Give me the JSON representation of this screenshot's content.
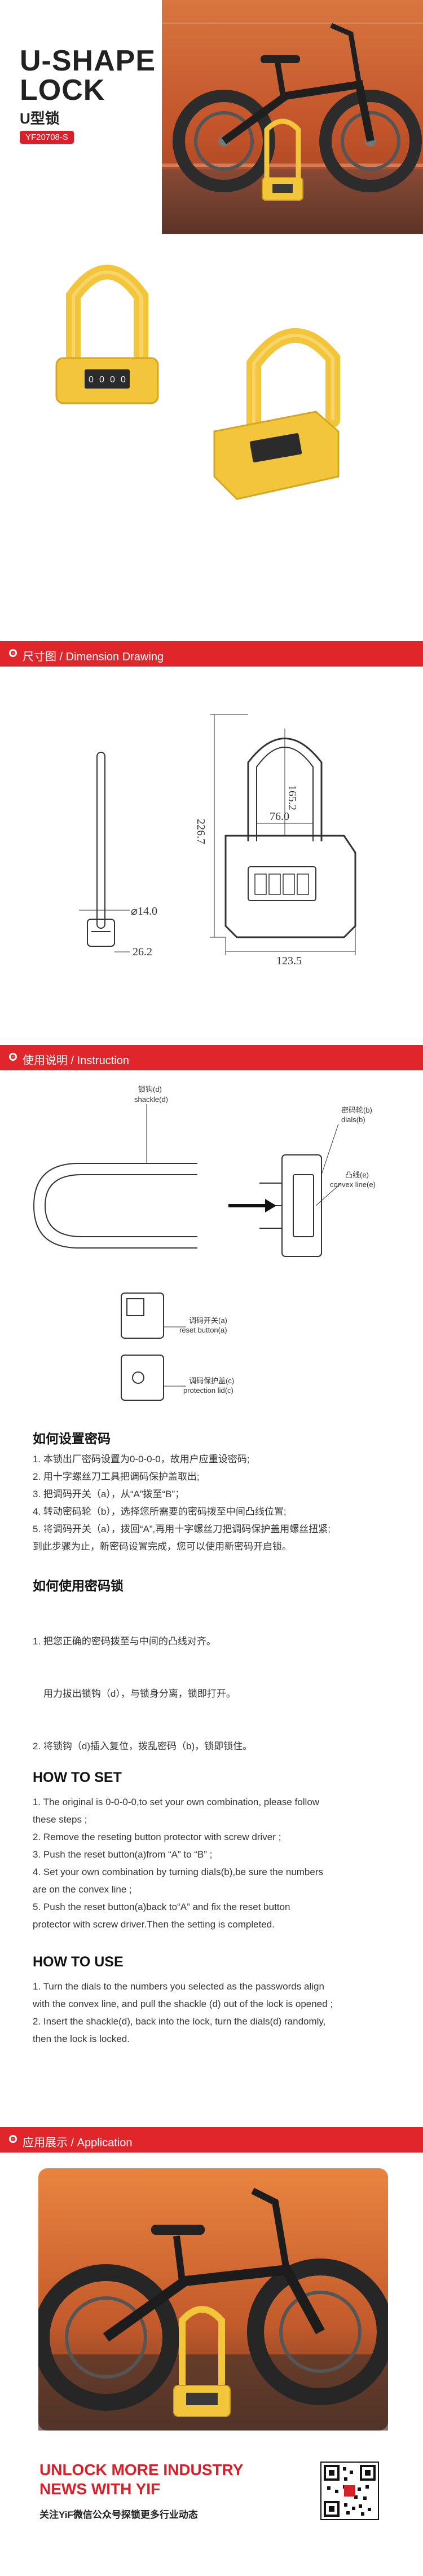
{
  "hero": {
    "title_line1": "U-SHAPE",
    "title_line2": "LOCK",
    "subtitle": "U型锁",
    "model_tag": "YF20708-S"
  },
  "sections": {
    "dimension": "尺寸图 / Dimension Drawing",
    "instruction": "使用说明 / Instruction",
    "application": "应用展示 / Application"
  },
  "dimensions": {
    "d1": "76.0",
    "d2": "165.2",
    "d3": "226.7",
    "d4": "123.5",
    "d5": "⌀14.0",
    "d6": "26.2"
  },
  "diagram_labels": {
    "shackle": "锁钩(d)",
    "shackle_en": "shackle(d)",
    "dials": "密码轮(b)",
    "dials_en": "dials(b)",
    "convex": "凸线(e)",
    "convex_en": "convex line(e)",
    "reset": "调码开关(a)",
    "reset_en": "reset button(a)",
    "protect": "调码保护盖(c)",
    "protect_en": "protection lid(c)"
  },
  "set_cn": {
    "heading": "如何设置密码",
    "steps": [
      "1. 本锁出厂密码设置为0-0-0-0，故用户应重设密码;",
      "2. 用十字螺丝刀工具把调码保护盖取出;",
      "3. 把调码开关（a），从“A”拨至“B”；",
      "4. 转动密码轮（b），选择您所需要的密码拨至中间凸线位置;",
      "5. 将调码开关（a），拨回“A”,再用十字螺丝刀把调码保护盖用螺丝扭紧;",
      "到此步骤为止，新密码设置完成，您可以使用新密码开启锁。"
    ]
  },
  "use_cn": {
    "heading": "如何使用密码锁",
    "steps": [
      "1. 把您正确的密码拨至与中间的凸线对齐。",
      "    用力拔出锁钩（d），与锁身分离，锁即打开。",
      "2. 将锁钩（d)插入复位，拨乱密码（b)，锁即锁住。"
    ]
  },
  "set_en": {
    "heading": "HOW TO SET",
    "steps": [
      "1. The original is 0-0-0-0,to set your own combination, please follow",
      "these steps ;",
      "2. Remove the reseting button protector with screw driver ;",
      "3. Push the reset button(a)from  “A” to “B” ;",
      "4. Set your own combination by turning dials(b),be sure the numbers",
      "are on the convex line ;",
      "5. Push the reset button(a)back to“A” and fix the reset button",
      "protector with screw driver.Then the setting is completed."
    ]
  },
  "use_en": {
    "heading": "HOW TO USE",
    "steps": [
      "1. Turn the dials to the numbers you selected as the passwords align",
      "with the convex line, and pull the shackle (d) out of the lock is opened ;",
      "2. Insert the shackle(d), back into the lock, turn the dials(d) randomly,",
      "then the lock is locked."
    ]
  },
  "footer": {
    "title_line1": "UNLOCK MORE INDUSTRY",
    "title_line2": "NEWS WITH YIF",
    "subtitle": "关注YiF微信公众号探锁更多行业动态"
  },
  "colors": {
    "accent": "#e0262b",
    "lock_yellow": "#f2c53a"
  }
}
